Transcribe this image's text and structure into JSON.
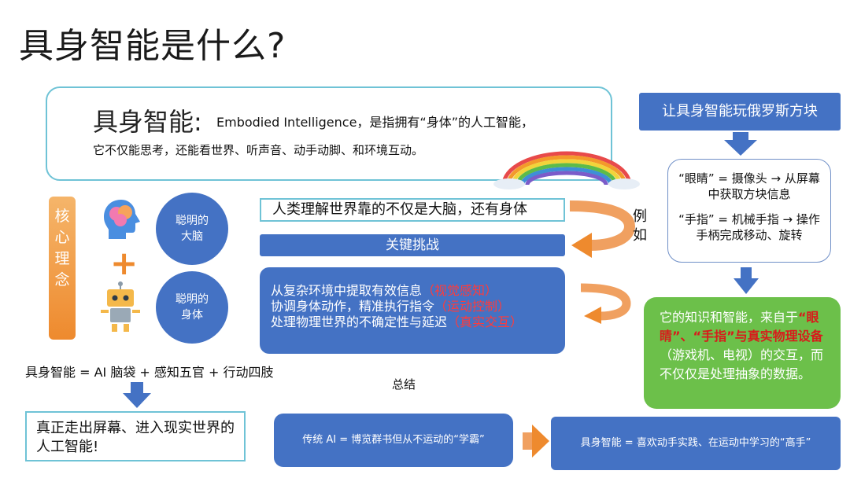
{
  "title": "具身智能是什么?",
  "definition": {
    "head": "具身智能:",
    "line1": "Embodied Intelligence，是指拥有“身体”的人工智能，",
    "line2": "它不仅能思考，还能看世界、听声音、动手动脚、和环境互动。"
  },
  "core": {
    "label": "核心理念",
    "brain_circle": [
      "聪明的",
      "大脑"
    ],
    "body_circle": [
      "聪明的",
      "身体"
    ],
    "plus": "+"
  },
  "formula": "具身智能 = AI 脑袋 + 感知五官 + 行动四肢",
  "result": "真正走出屏幕、进入现实世界的人工智能!",
  "insight": "人类理解世界靠的不仅是大脑，还有身体",
  "key_challenge": "关键挑战",
  "challenges": [
    {
      "text": "从复杂环境中提取有效信息",
      "tag": "（视觉感知）"
    },
    {
      "text": "协调身体动作，精准执行指令",
      "tag": "（运动控制）"
    },
    {
      "text": "处理物理世界的不确定性与延迟",
      "tag": "（真实交互）"
    }
  ],
  "example": [
    "例",
    "如"
  ],
  "summary": "总结",
  "traditional": "传统 AI = 博览群书但从不运动的“学霸”",
  "embodied": "具身智能 = 喜欢动手实践、在运动中学习的“高手”",
  "tetris": {
    "title": "让具身智能玩俄罗斯方块",
    "eyes": "“眼睛” = 摄像头 → 从屏幕中获取方块信息",
    "fingers": "“手指” = 机械手指 → 操作手柄完成移动、旋转"
  },
  "green": {
    "p1": "它的知识和智能，来自于",
    "h1": "“眼睛”",
    "sep": "、",
    "h2": "“手指”与真实物理设备",
    "p2": "（游戏机、电视）的交互，而不仅仅是处理抽象的数据。"
  },
  "colors": {
    "blue": "#4472c4",
    "orange": "#ee8a2e",
    "green": "#6cc04a",
    "cyan_border": "#6fc3d6",
    "red": "#ff3b3b"
  }
}
